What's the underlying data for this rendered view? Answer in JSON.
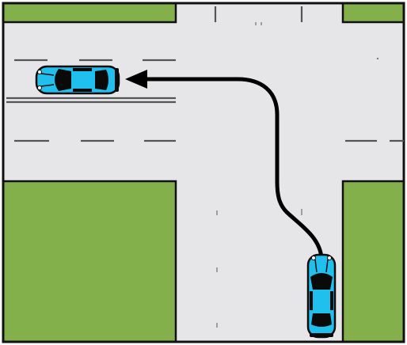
{
  "colors": {
    "road": "#e6e6e8",
    "grass": "#84b04c",
    "border": "#111111",
    "lane_marking": "#555555",
    "car_body": "#20c0ee",
    "car_dark": "#0a0a0a",
    "arrow": "#000000"
  },
  "elements": {
    "car_start": {
      "icon": "car-topdown-icon",
      "heading": "up"
    },
    "car_end": {
      "icon": "car-topdown-icon",
      "heading": "left"
    },
    "path_arrow": {
      "icon": "curved-arrow-icon",
      "meaning": "left turn"
    }
  }
}
